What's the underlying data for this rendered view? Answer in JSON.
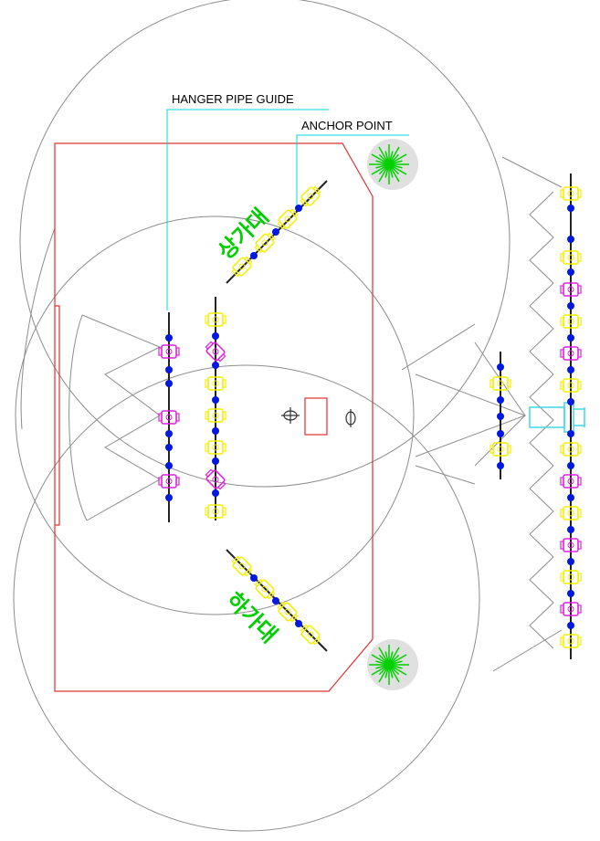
{
  "callouts": {
    "hanger_pipe_guide": "HANGER PIPE GUIDE",
    "anchor_point": "ANCHOR POINT"
  },
  "stage_labels": {
    "upper_wing": "상가대",
    "lower_wing": "하가대"
  },
  "colors": {
    "outline": "#8c8c8c",
    "stage_border": "#e03030",
    "callout_line": "#00d8e0",
    "hanger_yellow": "#f4f000",
    "hanger_magenta": "#e020e0",
    "anchor_blue": "#0018e0",
    "tree_green": "#00d000",
    "fitting_cyan": "#40d8e8"
  },
  "icons": {
    "tree": "tree-symbol-icon",
    "fixture": "pipe-fixture-icon",
    "anchor": "anchor-dot-icon",
    "projector": "projector-icon"
  }
}
